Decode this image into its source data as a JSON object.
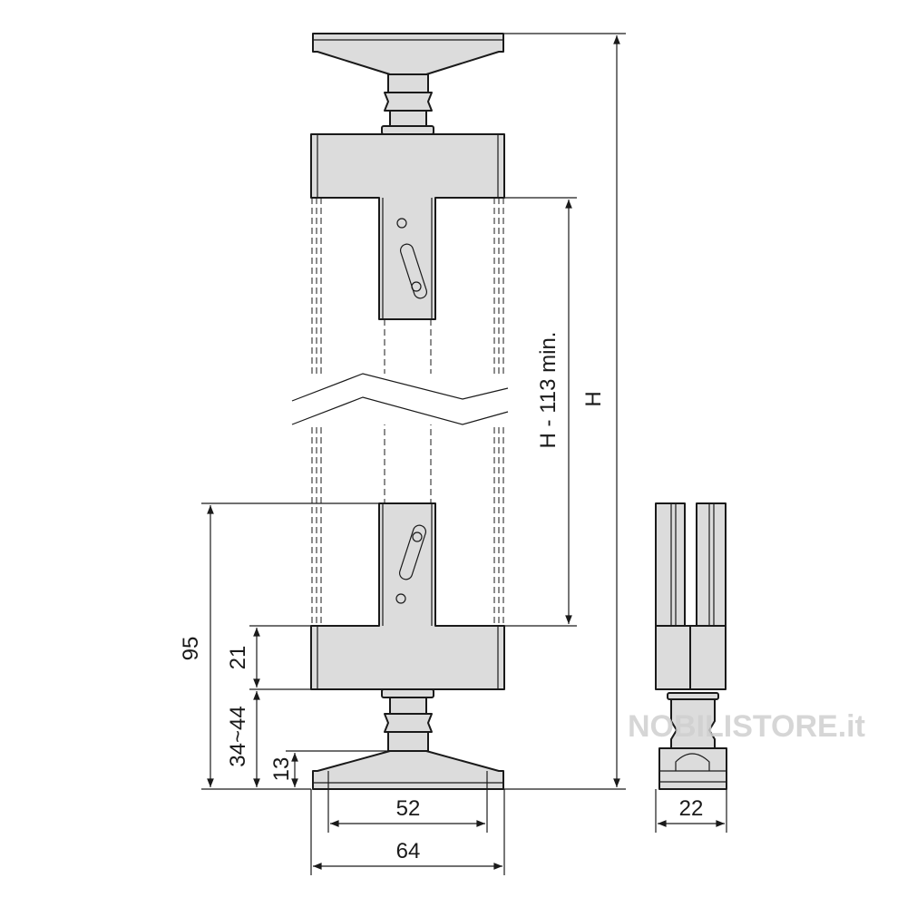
{
  "drawing": {
    "labels": {
      "height_total": "H",
      "height_inner": "H - 113 min.",
      "dim_95": "95",
      "dim_21": "21",
      "dim_34_44": "34~44",
      "dim_13": "13",
      "dim_52": "52",
      "dim_64": "64",
      "dim_22": "22"
    },
    "watermark": "NOBILISTORE.it",
    "colors": {
      "part_fill": "#dcdcdc",
      "line": "#1a1a1a"
    }
  }
}
